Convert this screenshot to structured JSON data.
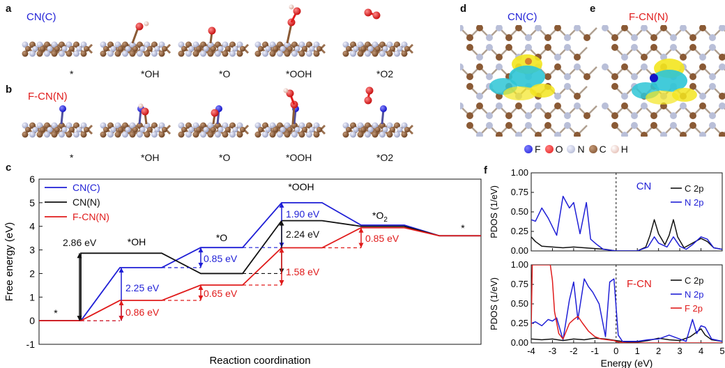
{
  "panels": {
    "a": {
      "letter": "a",
      "title": "CN(C)",
      "title_color": "#1f1fd6",
      "states": [
        "*",
        "*OH",
        "*O",
        "*OOH",
        "*O2"
      ]
    },
    "b": {
      "letter": "b",
      "title": "F-CN(N)",
      "title_color": "#e01b1b",
      "states": [
        "*",
        "*OH",
        "*O",
        "*OOH",
        "*O2"
      ]
    },
    "d": {
      "letter": "d",
      "title": "CN(C)",
      "title_color": "#1f1fd6"
    },
    "e": {
      "letter": "e",
      "title": "F-CN(N)",
      "title_color": "#e01b1b"
    },
    "atom_legend": [
      {
        "symbol": "F",
        "color": "#1a1ad6"
      },
      {
        "symbol": "O",
        "color": "#e41a1a"
      },
      {
        "symbol": "N",
        "color": "#b9bfd8"
      },
      {
        "symbol": "C",
        "color": "#8a5a35"
      },
      {
        "symbol": "H",
        "color": "#f2cfc6"
      }
    ],
    "c": {
      "letter": "c"
    },
    "f": {
      "letter": "f"
    }
  },
  "chart_data": [
    {
      "type": "line",
      "panel": "c",
      "xlabel": "Reaction coordination",
      "ylabel": "Free energy (eV)",
      "ylim": [
        -1,
        6
      ],
      "yticks": [
        -1,
        0,
        1,
        2,
        3,
        4,
        5,
        6
      ],
      "state_labels": [
        "*",
        "*OH",
        "*O",
        "*OOH",
        "*O2",
        "*"
      ],
      "legend": {
        "position": "top-left"
      },
      "series": [
        {
          "name": "CN(C)",
          "color": "#1f1fd6",
          "values": [
            0,
            2.25,
            3.1,
            5.0,
            4.05,
            3.6
          ]
        },
        {
          "name": "CN(N)",
          "color": "#111111",
          "values": [
            0,
            2.86,
            2.0,
            4.24,
            4.0,
            3.6
          ]
        },
        {
          "name": "F-CN(N)",
          "color": "#e01b1b",
          "values": [
            0,
            0.86,
            1.51,
            3.09,
            3.94,
            3.6
          ]
        }
      ],
      "annotations": [
        {
          "text": "2.86 eV",
          "color": "#111111"
        },
        {
          "text": "2.25 eV",
          "color": "#1f1fd6"
        },
        {
          "text": "0.86 eV",
          "color": "#e01b1b"
        },
        {
          "text": "0.85 eV",
          "color": "#1f1fd6"
        },
        {
          "text": "0.65 eV",
          "color": "#e01b1b"
        },
        {
          "text": "1.90 eV",
          "color": "#1f1fd6"
        },
        {
          "text": "2.24 eV",
          "color": "#111111"
        },
        {
          "text": "1.58 eV",
          "color": "#e01b1b"
        },
        {
          "text": "0.85 eV",
          "color": "#e01b1b"
        }
      ]
    },
    {
      "type": "line",
      "panel": "f-top",
      "title": "CN",
      "title_color": "#1f1fd6",
      "ylabel": "PDOS (1/eV)",
      "ylim": [
        0,
        1
      ],
      "yticks": [
        "0.00",
        "0.25",
        "0.50",
        "0.75",
        "1.00"
      ],
      "xlim": [
        -4,
        5
      ],
      "legend": {
        "position": "top-right"
      },
      "series": [
        {
          "name": "C 2p",
          "color": "#111111",
          "x": [
            -4,
            -3.8,
            -3.5,
            -3,
            -2.5,
            -2,
            -1.5,
            -1,
            -0.5,
            0,
            0.5,
            1,
            1.4,
            1.6,
            1.8,
            2,
            2.3,
            2.5,
            2.7,
            2.9,
            3.2,
            3.6,
            4,
            4.3,
            4.6,
            5
          ],
          "values": [
            0.18,
            0.12,
            0.06,
            0.05,
            0.04,
            0.05,
            0.04,
            0.03,
            0.02,
            0,
            0,
            0,
            0.05,
            0.2,
            0.4,
            0.22,
            0.08,
            0.2,
            0.4,
            0.18,
            0.04,
            0.1,
            0.16,
            0.12,
            0.04,
            0.02
          ]
        },
        {
          "name": "N 2p",
          "color": "#1f1fd6",
          "x": [
            -4,
            -3.8,
            -3.5,
            -3.2,
            -2.8,
            -2.5,
            -2.2,
            -2,
            -1.7,
            -1.4,
            -1.2,
            -0.9,
            -0.6,
            0,
            0.5,
            1,
            1.5,
            1.8,
            2,
            2.4,
            2.7,
            3,
            3.3,
            3.6,
            4,
            4.3,
            4.6,
            5
          ],
          "values": [
            0.4,
            0.38,
            0.55,
            0.42,
            0.2,
            0.7,
            0.55,
            0.62,
            0.22,
            0.62,
            0.15,
            0.08,
            0.02,
            0,
            0,
            0,
            0.05,
            0.18,
            0.1,
            0.05,
            0.18,
            0.06,
            0.02,
            0.08,
            0.18,
            0.15,
            0.04,
            0.02
          ]
        }
      ]
    },
    {
      "type": "line",
      "panel": "f-bottom",
      "title": "F-CN",
      "title_color": "#e01b1b",
      "xlabel": "Energy (eV)",
      "ylabel": "PDOS (1/eV)",
      "ylim": [
        0,
        1
      ],
      "yticks": [
        "0.00",
        "0.25",
        "0.50",
        "0.75",
        "1.00"
      ],
      "xlim": [
        -4,
        5
      ],
      "xticks": [
        "-4",
        "-3",
        "-2",
        "-1",
        "0",
        "1",
        "2",
        "3",
        "4",
        "5"
      ],
      "legend": {
        "position": "top-right"
      },
      "series": [
        {
          "name": "C 2p",
          "color": "#111111",
          "x": [
            -4,
            -3.5,
            -3,
            -2.5,
            -2,
            -1.5,
            -1,
            -0.5,
            0,
            0.5,
            1,
            1.5,
            2,
            2.5,
            3,
            3.5,
            4,
            4.2,
            4.5,
            5
          ],
          "values": [
            0.05,
            0.04,
            0.05,
            0.03,
            0.05,
            0.04,
            0.06,
            0.05,
            0.03,
            0.01,
            0.01,
            0.03,
            0.06,
            0.04,
            0.03,
            0.08,
            0.18,
            0.1,
            0.04,
            0.02
          ]
        },
        {
          "name": "N 2p",
          "color": "#1f1fd6",
          "x": [
            -4,
            -3.8,
            -3.5,
            -3.2,
            -3,
            -2.8,
            -2.5,
            -2.2,
            -2,
            -1.8,
            -1.5,
            -1.3,
            -1.1,
            -0.8,
            -0.5,
            -0.3,
            -0.1,
            0.1,
            0.3,
            0.6,
            1,
            1.5,
            2,
            2.5,
            3,
            3.3,
            3.6,
            3.8,
            4,
            4.2,
            4.5,
            5
          ],
          "values": [
            0.25,
            0.27,
            0.22,
            0.3,
            0.28,
            0.32,
            0.04,
            0.55,
            0.78,
            0.3,
            0.82,
            0.72,
            0.65,
            0.5,
            0.08,
            0.78,
            0.82,
            0.1,
            0.02,
            0.02,
            0.02,
            0.04,
            0.05,
            0.1,
            0.05,
            0.02,
            0.3,
            0.12,
            0.22,
            0.2,
            0.05,
            0.02
          ]
        },
        {
          "name": "F 2p",
          "color": "#e01b1b",
          "x": [
            -4,
            -3.95,
            -3.9,
            -3.5,
            -3.1,
            -3,
            -2.9,
            -2.7,
            -2.5,
            -2.2,
            -2,
            -1.8,
            -1.6,
            -1.3,
            -1,
            -0.7,
            -0.4,
            -0.1,
            0.1,
            0.5,
            1,
            2,
            3,
            4,
            5
          ],
          "values": [
            0.2,
            1.0,
            1.0,
            1.0,
            1.0,
            0.8,
            0.4,
            0.12,
            0.05,
            0.25,
            0.3,
            0.34,
            0.26,
            0.15,
            0.08,
            0.05,
            0.04,
            0.03,
            0.01,
            0,
            0,
            0,
            0,
            0,
            0
          ]
        }
      ]
    }
  ]
}
